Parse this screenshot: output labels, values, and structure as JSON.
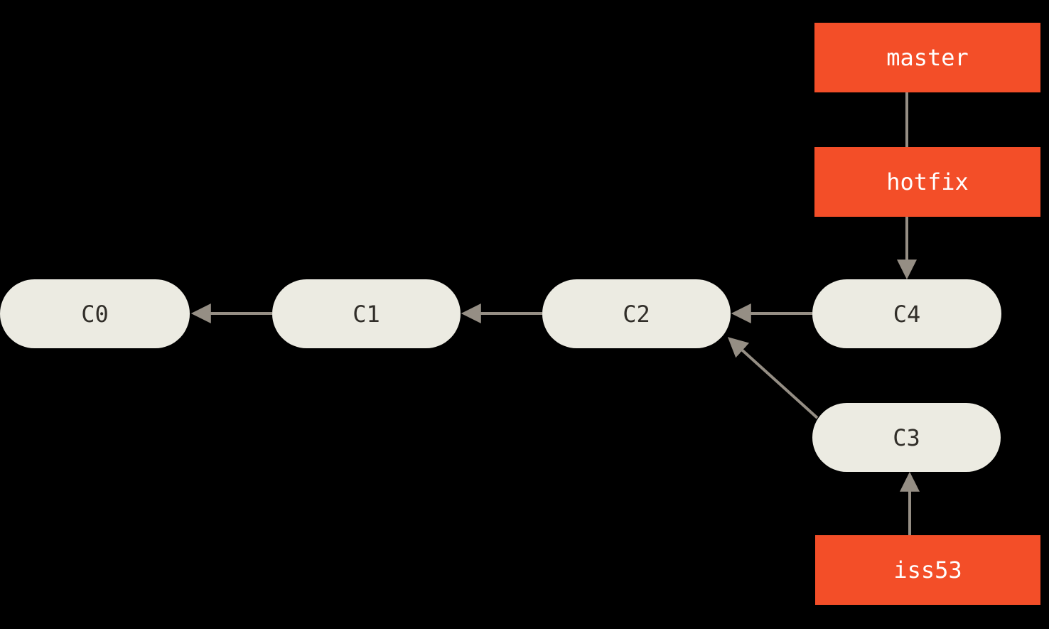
{
  "diagram": {
    "type": "git-commit-graph",
    "commits": [
      {
        "id": "C0"
      },
      {
        "id": "C1"
      },
      {
        "id": "C2"
      },
      {
        "id": "C3"
      },
      {
        "id": "C4"
      }
    ],
    "branches": [
      {
        "label": "master"
      },
      {
        "label": "hotfix"
      },
      {
        "label": "iss53"
      }
    ],
    "edges": [
      {
        "from": "C1",
        "to": "C0",
        "arrow": true
      },
      {
        "from": "C2",
        "to": "C1",
        "arrow": true
      },
      {
        "from": "C4",
        "to": "C2",
        "arrow": true
      },
      {
        "from": "C3",
        "to": "C2",
        "arrow": true
      },
      {
        "from": "master",
        "to": "hotfix",
        "arrow": false
      },
      {
        "from": "hotfix",
        "to": "C4",
        "arrow": true
      },
      {
        "from": "iss53",
        "to": "C3",
        "arrow": true
      }
    ]
  },
  "colors": {
    "background": "#000000",
    "node-fill": "#ECEBE2",
    "node-text": "#312E29",
    "branch-fill": "#F34E28",
    "branch-text": "#FFFFFF",
    "edge": "#958E84"
  }
}
